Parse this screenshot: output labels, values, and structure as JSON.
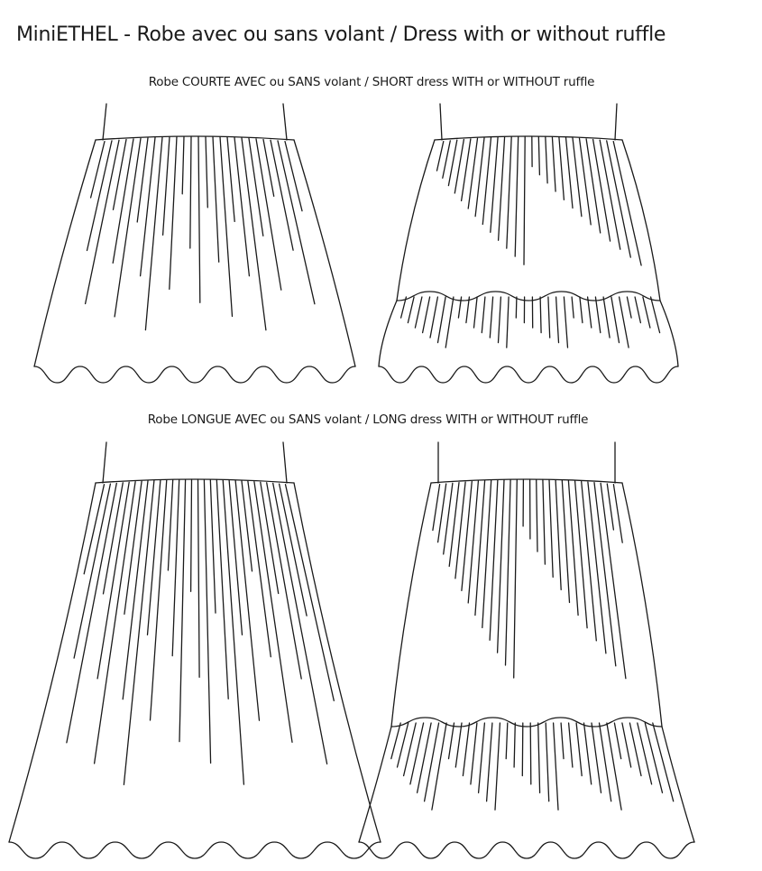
{
  "title": "MiniETHEL - Robe avec ou sans volant / Dress with or without ruffle",
  "sections": [
    {
      "id": "short",
      "label": "Robe COURTE AVEC ou SANS volant / SHORT dress WITH or WITHOUT ruffle",
      "variants": [
        {
          "name": "dress-without-ruffle",
          "has_ruffle": false
        },
        {
          "name": "dress-with-ruffle",
          "has_ruffle": true
        }
      ]
    },
    {
      "id": "long",
      "label": "Robe LONGUE AVEC ou SANS volant / LONG dress WITH or WITHOUT ruffle",
      "variants": [
        {
          "name": "dress-without-ruffle",
          "has_ruffle": false
        },
        {
          "name": "dress-with-ruffle",
          "has_ruffle": true
        }
      ]
    }
  ],
  "colors": {
    "line": "#1a1a1a",
    "background": "#ffffff"
  }
}
